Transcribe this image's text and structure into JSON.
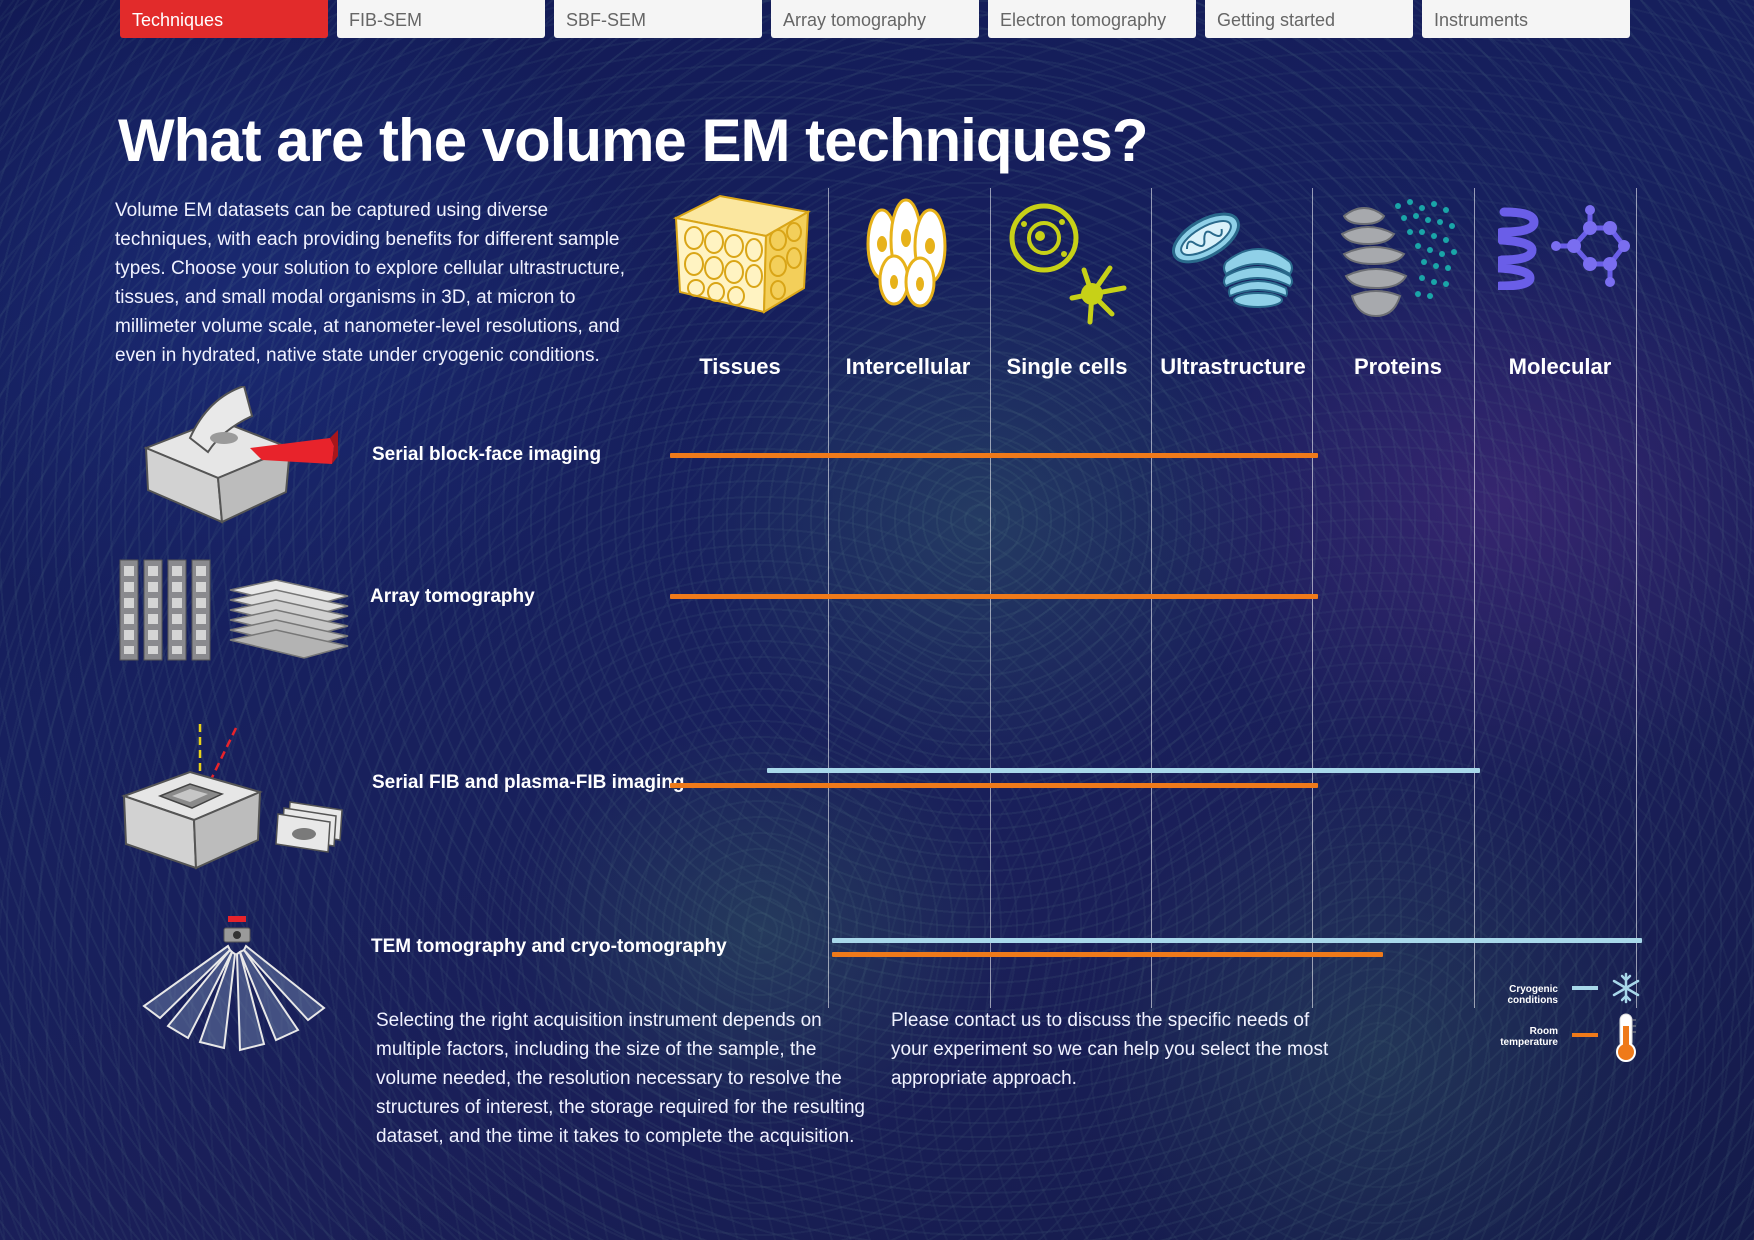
{
  "nav": {
    "tabs": [
      {
        "label": "Techniques",
        "active": true
      },
      {
        "label": "FIB-SEM",
        "active": false
      },
      {
        "label": "SBF-SEM",
        "active": false
      },
      {
        "label": "Array tomography",
        "active": false
      },
      {
        "label": "Electron tomography",
        "active": false
      },
      {
        "label": "Getting started",
        "active": false
      },
      {
        "label": "Instruments",
        "active": false
      }
    ]
  },
  "page": {
    "title": "What are the volume EM techniques?",
    "intro": "Volume EM datasets can be captured using diverse techniques, with each providing benefits for different sample types. Choose your solution to explore cellular ultrastructure, tissues, and small modal organisms in 3D, at micron to millimeter volume scale, at nanometer-level resolutions, and even in hydrated, native state under cryogenic conditions."
  },
  "scales": [
    "Tissues",
    "Intercellular",
    "Single cells",
    "Ultrastructure",
    "Proteins",
    "Molecular"
  ],
  "techniques": [
    {
      "label": "Serial block-face imaging",
      "room_range": [
        0,
        4
      ]
    },
    {
      "label": "Array tomography",
      "room_range": [
        0,
        4
      ]
    },
    {
      "label": "Serial FIB and plasma-FIB imaging",
      "room_range": [
        0,
        4
      ],
      "cryo_range": [
        0.6,
        5
      ]
    },
    {
      "label": "TEM tomography and cryo-tomography",
      "room_range": [
        1,
        4.4
      ],
      "cryo_range": [
        1,
        6
      ]
    }
  ],
  "footer": {
    "left": "Selecting the right acquisition instrument depends on multiple factors, including the size of the sample, the volume needed, the resolution necessary to resolve the structures of interest, the storage required for the resulting dataset, and the time it takes to complete the acquisition.",
    "right": "Please contact us to discuss the specific needs of your experiment so we can help you select the most appropriate approach."
  },
  "legend": {
    "cryo_line1": "Cryogenic",
    "cryo_line2": "conditions",
    "room_line1": "Room",
    "room_line2": "temperature",
    "cryo_color": "#a8d8ea",
    "room_color": "#ef7a1a",
    "cryo_icon": "snowflake-icon",
    "room_icon": "thermometer-icon"
  },
  "colors": {
    "accent": "#e22b2b",
    "room": "#ef7a1a",
    "cryo": "#a8d8ea"
  }
}
